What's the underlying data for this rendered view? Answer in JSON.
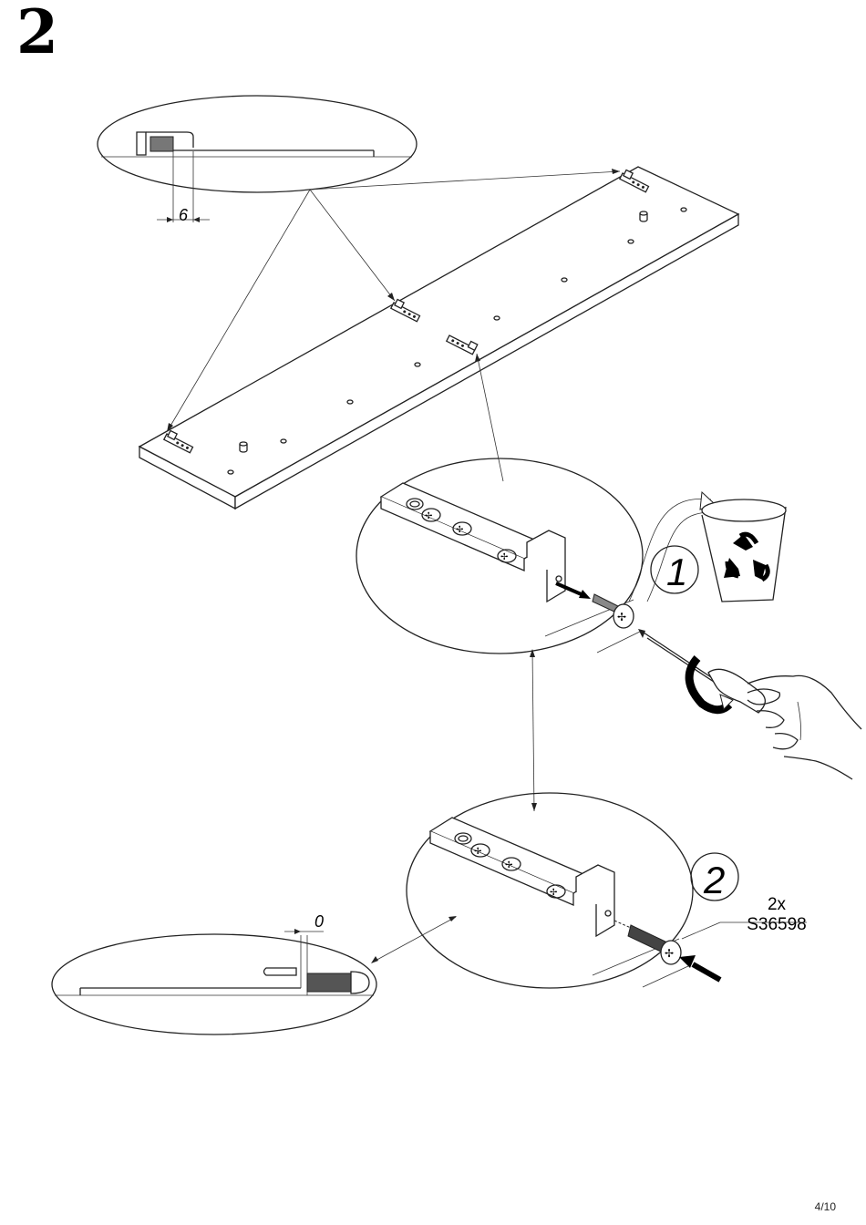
{
  "page": {
    "step_number": "2",
    "page_number": "4/10"
  },
  "top_detail": {
    "dimension": "6"
  },
  "left_detail": {
    "dimension": "0"
  },
  "substeps": [
    {
      "number": "1"
    },
    {
      "number": "2"
    }
  ],
  "part": {
    "quantity": "2x",
    "code": "S36598"
  },
  "icons": {
    "recycle": "recycle-bin-icon",
    "screwdriver": "screwdriver-icon",
    "hand": "hand-icon"
  },
  "colors": {
    "line": "#222222",
    "background": "#ffffff"
  }
}
